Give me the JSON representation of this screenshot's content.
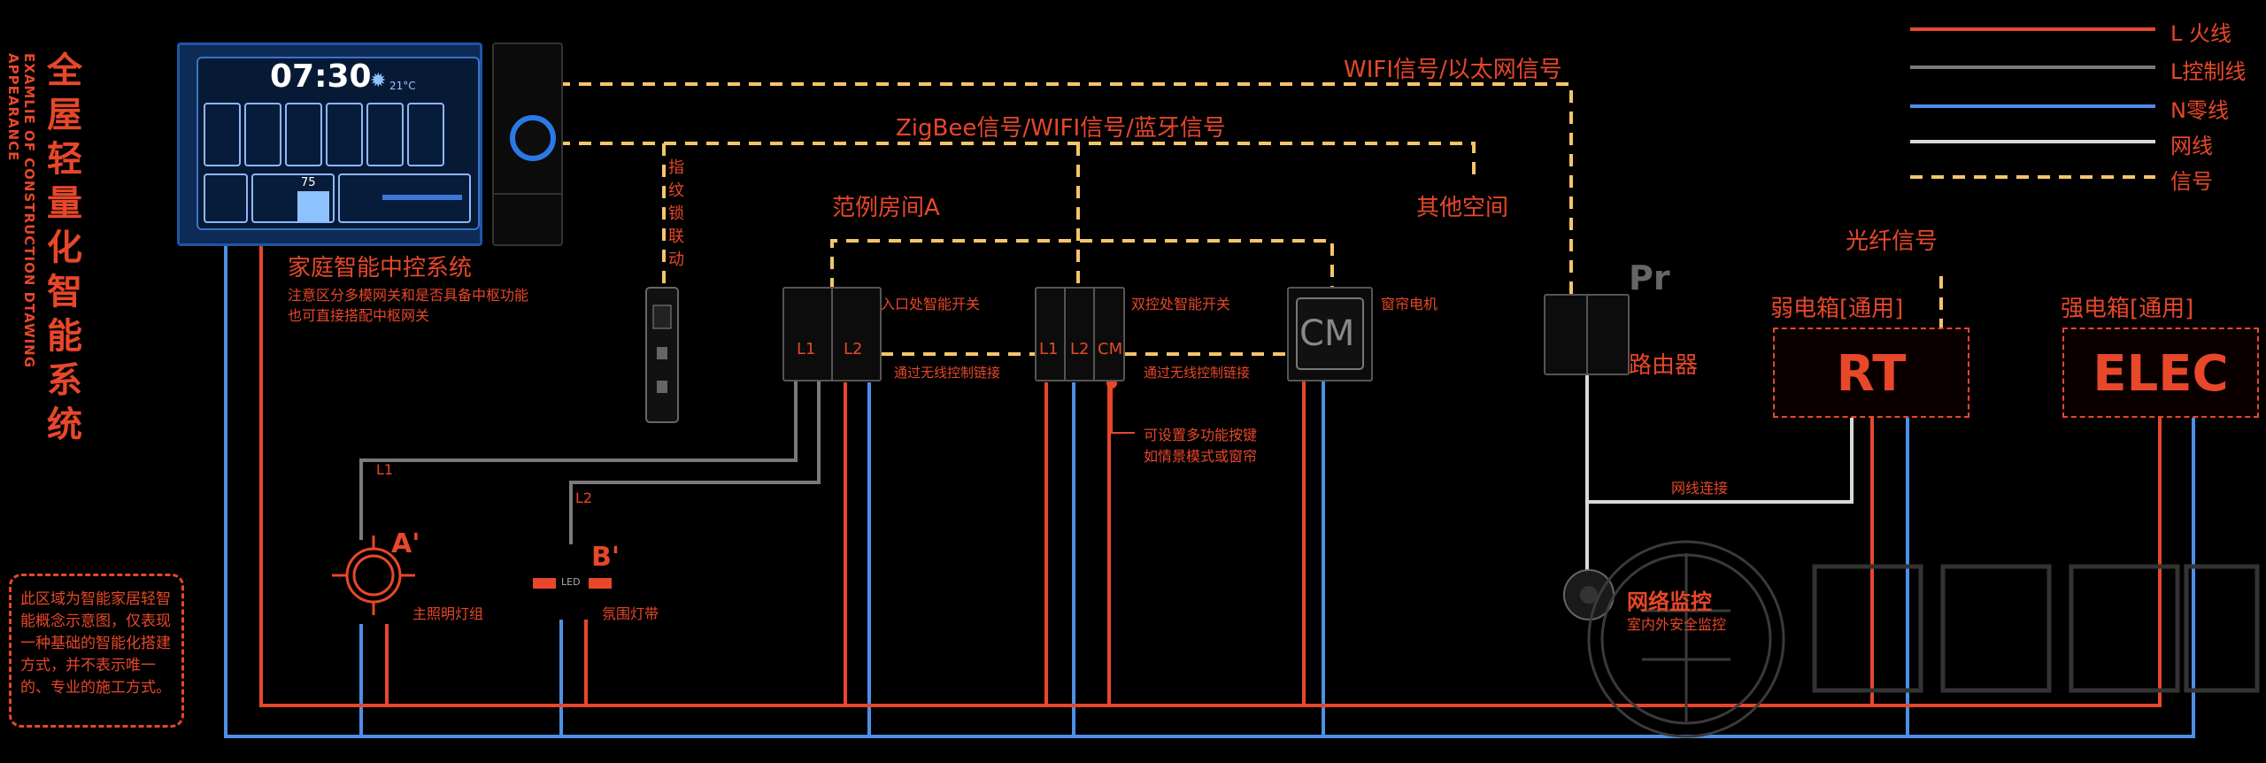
{
  "title": {
    "main": "全屋轻量化智能系统",
    "subtitle": "EXAMLIE OF CONSTRUCTION DTAWING APPEARANCE"
  },
  "note": "此区域为智能家居轻智能概念示意图，仅表现一种基础的智能化搭建方式，并不表示唯一的、专业的施工方式。",
  "control_panel": {
    "time": "07:30",
    "temp": "21°C",
    "tile_value": "75",
    "label": "家庭智能中控系统",
    "desc_line1": "注意区分多模网关和是否具备中枢功能",
    "desc_line2": "也可直接搭配中枢网关"
  },
  "signals": {
    "wifi_ethernet": "WIFI信号/以太网信号",
    "zigbee": "ZigBee信号/WIFI信号/蓝牙信号",
    "room_a": "范例房间A",
    "other_space": "其他空间",
    "fingerprint_lock": "指纹锁联动"
  },
  "switches": {
    "entry_label": "入口处智能开关",
    "dual_label": "双控处智能开关",
    "curtain_label": "窗帘电机",
    "curtain_code": "CM",
    "l1": "L1",
    "l2": "L2",
    "cm": "CM",
    "wireless_link_1": "通过无线控制链接",
    "wireless_link_2": "通过无线控制链接",
    "multi_key_1": "可设置多功能按键",
    "multi_key_2": "如情景模式或窗帘"
  },
  "lights": {
    "wire_l1": "L1",
    "wire_l2": "L2",
    "a_code": "A'",
    "a_label": "主照明灯组",
    "b_code": "B'",
    "b_label": "氛围灯带",
    "led": "LED"
  },
  "router": {
    "label": "路由器",
    "mark": "Pr",
    "net_link": "网线连接",
    "monitor_1": "网络监控",
    "monitor_2": "室内外安全监控"
  },
  "boxes": {
    "fiber_signal": "光纤信号",
    "weak_label": "弱电箱[通用]",
    "weak_code": "RT",
    "strong_label": "强电箱[通用]",
    "strong_code": "ELEC"
  },
  "legend": [
    {
      "label": "L 火线",
      "color": "#e8472a"
    },
    {
      "label": "L控制线",
      "color": "#7a7a7a"
    },
    {
      "label": "N零线",
      "color": "#4d8fe6"
    },
    {
      "label": "网线",
      "color": "#d9d9d9"
    },
    {
      "label": "信号",
      "color": "#f5c56a"
    }
  ],
  "colors": {
    "live": "#e8472a",
    "control": "#7a7a7a",
    "neutral": "#4d8fe6",
    "network": "#d9d9d9",
    "signal": "#f5c56a"
  }
}
